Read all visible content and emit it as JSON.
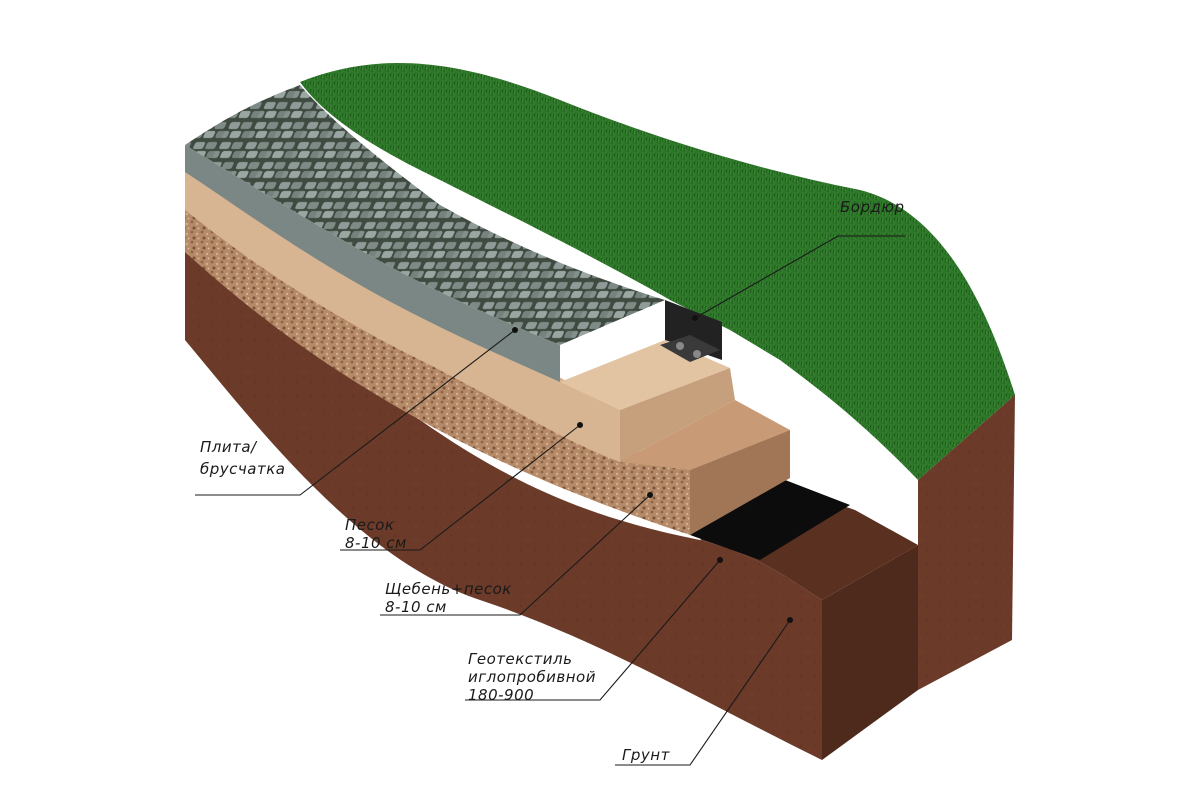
{
  "labels": {
    "curb": [
      "Бордюр"
    ],
    "paving": [
      "Плита/",
      "брусчатка"
    ],
    "sand": [
      "Песок",
      "8-10 см"
    ],
    "gravel": [
      "Щебень+песок",
      "8-10 см"
    ],
    "geotextile": [
      "Геотекстиль",
      "иглопробивной",
      "180-900"
    ],
    "soil": [
      "Грунт"
    ]
  },
  "colors": {
    "grass": "#2f7a2a",
    "grass_dark": "#1f5a1c",
    "paving": "#8a9694",
    "paving_joint": "#3f4a40",
    "sand": "#d8b592",
    "gravel": "#b58a68",
    "geotextile": "#0c0c0c",
    "soil": "#6b3a28",
    "soil_dark": "#4e2a1c",
    "curb": "#222222"
  }
}
